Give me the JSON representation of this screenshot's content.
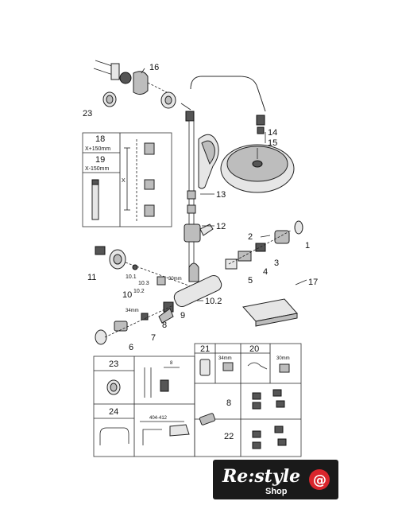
{
  "callouts": {
    "c16": "16",
    "c23": "23",
    "c14": "14",
    "c15": "15",
    "c13": "13",
    "c12": "12",
    "c2": "2",
    "c3": "3",
    "c4": "4",
    "c1": "1",
    "c5": "5",
    "c11": "11",
    "c10_1": "10.1",
    "c10_3": "10.3",
    "c10_2": "10.2",
    "c10": "10",
    "c30mm": "30mm",
    "c10_2b": "10.2",
    "c34mm": "34mm",
    "c9": "9",
    "c8": "8",
    "c7": "7",
    "c6": "6",
    "c17": "17"
  },
  "inset_18_19": {
    "n18": "18",
    "t18": "X+150mm",
    "n19": "19",
    "t19": "X-150mm",
    "x_label": "X"
  },
  "table_right": {
    "n21": "21",
    "n20": "20",
    "dim34": "34mm",
    "dim30": "30mm",
    "n8": "8",
    "n22": "22"
  },
  "table_left": {
    "n23": "23",
    "n24": "24",
    "dim8": "8",
    "dim404": "404-412"
  },
  "logo": {
    "brand": "Re:style",
    "sub": "Shop",
    "bg_color": "#1a1a1a",
    "accent_color": "#d9262c"
  }
}
